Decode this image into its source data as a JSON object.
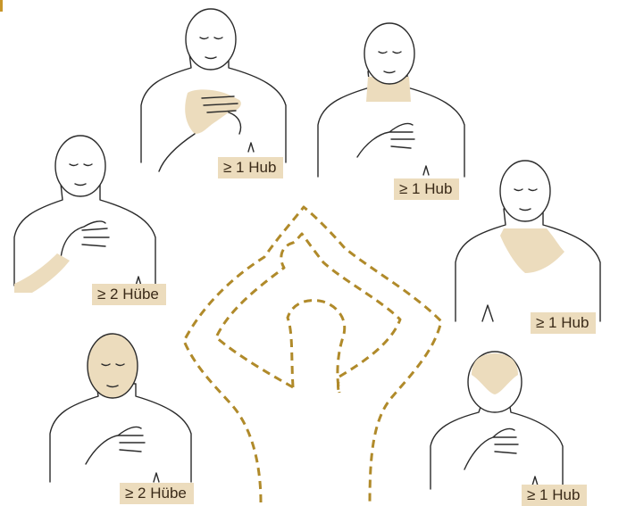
{
  "colors": {
    "highlight": "#ecdcbd",
    "dash": "#b08a2a",
    "accent_bar": "#c8962a",
    "ink": "#2b2b2b"
  },
  "figures": [
    {
      "id": "hand",
      "zone": "hand",
      "label": "≥ 1 Hub"
    },
    {
      "id": "neck",
      "zone": "neck",
      "label": "≥ 1 Hub"
    },
    {
      "id": "forearm",
      "zone": "forearm",
      "label": "≥ 2 Hübe"
    },
    {
      "id": "chest",
      "zone": "chest",
      "label": "≥ 1 Hub"
    },
    {
      "id": "face",
      "zone": "face",
      "label": "≥ 2 Hübe"
    },
    {
      "id": "scalp",
      "zone": "scalp",
      "label": "≥ 1 Hub"
    }
  ]
}
